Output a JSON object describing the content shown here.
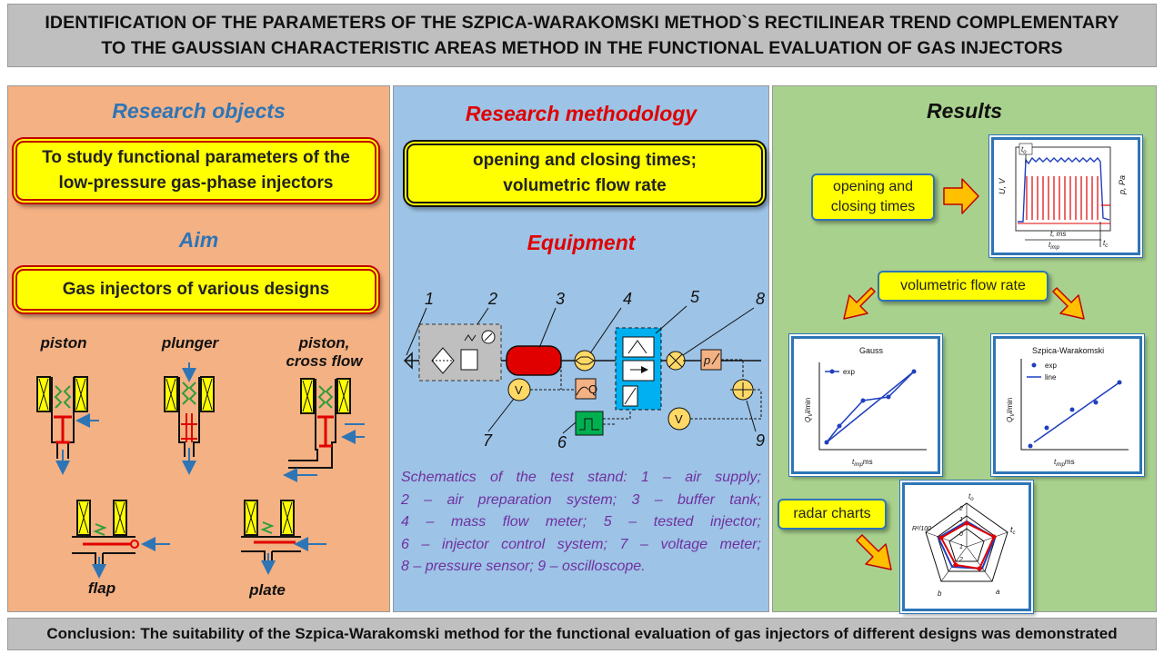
{
  "header": {
    "line1": "IDENTIFICATION OF THE PARAMETERS OF THE SZPICA-WARAKOMSKI METHOD`S RECTILINEAR TREND COMPLEMENTARY",
    "line2": "TO THE GAUSSIAN CHARACTERISTIC AREAS METHOD IN THE FUNCTIONAL EVALUATION OF GAS INJECTORS"
  },
  "left": {
    "title1": "Research objects",
    "box1": "To study functional parameters of the low-pressure gas-phase injectors",
    "title2": "Aim",
    "box2": "Gas injectors of various designs",
    "injectors": [
      "piston",
      "plunger",
      "piston, cross flow",
      "flap",
      "plate"
    ]
  },
  "middle": {
    "title1": "Research methodology",
    "box1": "opening and closing times; volumetric flow rate",
    "title2": "Equipment",
    "schematic_numbers": [
      "1",
      "2",
      "3",
      "4",
      "5",
      "8",
      "7",
      "6",
      "9"
    ],
    "schematic_symbols": {
      "voltmeter": "V",
      "flow_q": "Q",
      "pressure_p": "p"
    },
    "caption_lines": [
      "Schematics of the test stand: 1 – air supply;",
      "2 – air preparation system; 3 – buffer tank;",
      "4 – mass flow meter; 5 – tested injector;",
      "6 – injector control system; 7 – voltage meter;",
      "8 – pressure sensor;  9 – oscilloscope."
    ]
  },
  "right": {
    "title": "Results",
    "box_times": "opening and closing times",
    "box_flow": "volumetric flow rate",
    "box_radar": "radar charts",
    "timing_chart": {
      "labels": {
        "to": "t",
        "to_sub": "o",
        "tc": "t",
        "tc_sub": "c",
        "timp": "t",
        "timp_sub": "imp",
        "xlabel": "t, ms",
        "xlabel_sub": "s",
        "ylabel_left": "U, V",
        "ylabel_right": "p, Pa"
      }
    },
    "gauss_chart": {
      "title": "Gauss",
      "legend": "exp",
      "xlabel": "t",
      "xlabel_sub": "imp",
      "xunit": "ms",
      "ylabel": "Q",
      "ylabel_sub": "V",
      "yunit": "l/min"
    },
    "sw_chart": {
      "title": "Szpica-Warakomski",
      "legend_exp": "exp",
      "legend_line": "line",
      "xlabel": "t",
      "xlabel_sub": "imp",
      "xunit": "ms",
      "ylabel": "Q",
      "ylabel_sub": "V",
      "yunit": "l/min"
    },
    "radar": {
      "axes": [
        "t",
        "t",
        "a",
        "b",
        "R²/100"
      ],
      "axis_subs": [
        "o",
        "c",
        "",
        "",
        ""
      ],
      "ticks": [
        "2",
        "1",
        "0",
        "1",
        "2"
      ]
    }
  },
  "colors": {
    "panel_left": "#f4b183",
    "panel_middle": "#9dc3e6",
    "panel_right": "#a9d18e",
    "title_blue": "#2e75b6",
    "title_red": "#e00000",
    "box_yellow": "#ffff00",
    "caption_purple": "#7030a0",
    "series_blue": "#1f3fbf",
    "series_red": "#e00000"
  },
  "footer": {
    "conclusion": "Conclusion: The suitability of the Szpica-Warakomski method for the functional evaluation of gas injectors of different designs was demonstrated"
  }
}
